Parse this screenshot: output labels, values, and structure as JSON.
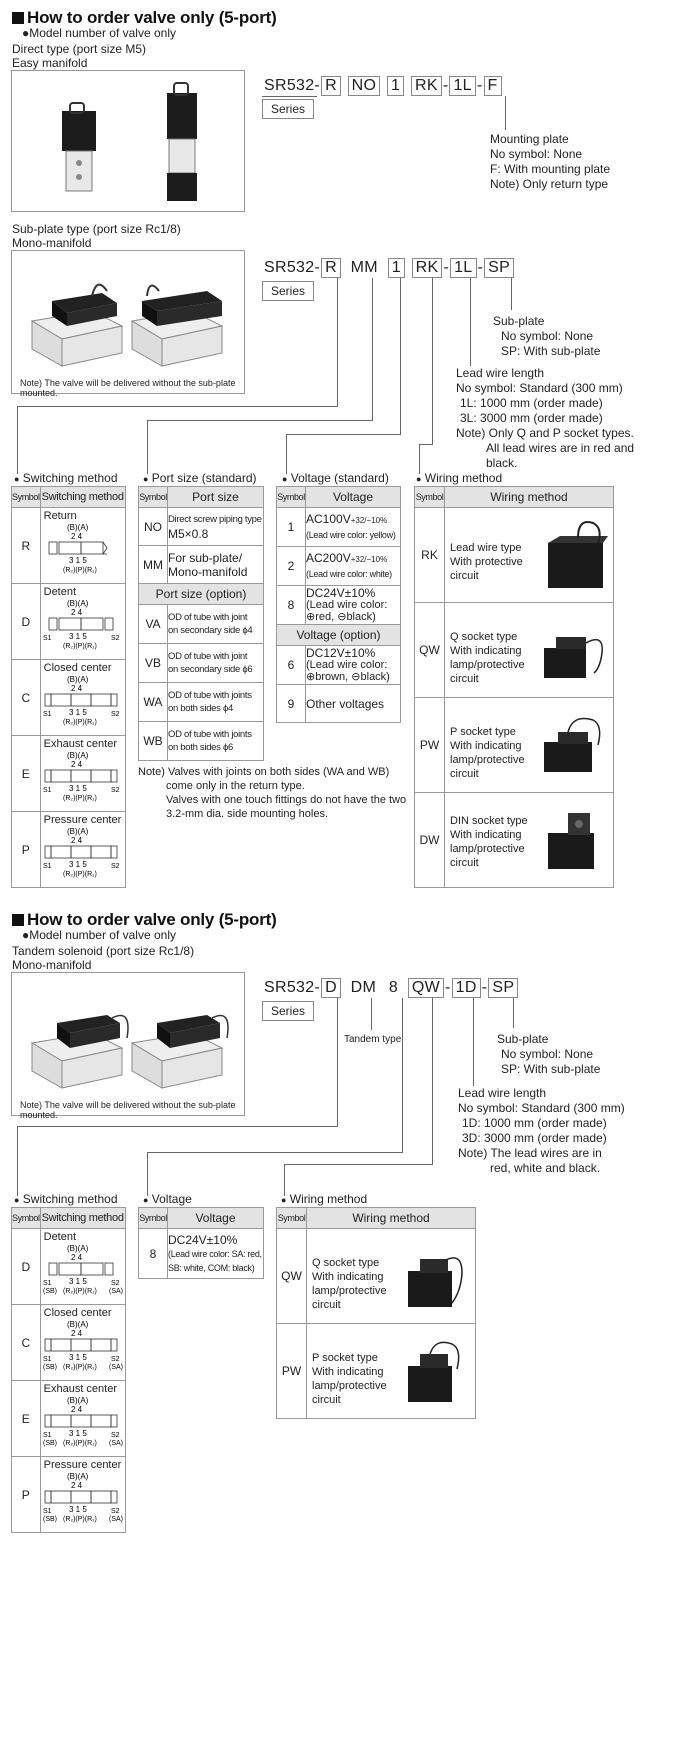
{
  "section1": {
    "title": "How to order valve only (5-port)",
    "subtitle": "Model number of valve only",
    "direct_label": "Direct type (port size M5)",
    "direct_sub": "Easy manifold",
    "subplate_label": "Sub-plate type (port size Rc1/8)",
    "subplate_sub": "Mono-manifold",
    "photo_note": "Note) The valve will be delivered without the sub-plate mounted.",
    "code1": {
      "prefix": "SR532-",
      "parts": [
        "R",
        "NO",
        "1",
        "RK",
        "1L",
        "F"
      ]
    },
    "code2": {
      "prefix": "SR532-",
      "parts": [
        "R",
        "MM",
        "1",
        "RK",
        "1L",
        "SP"
      ]
    },
    "series": "Series",
    "mounting": [
      "Mounting plate",
      "No symbol: None",
      "F: With mounting plate",
      "Note) Only return type"
    ],
    "subplate": [
      "Sub-plate",
      "No symbol: None",
      "SP: With sub-plate"
    ],
    "leadwire": [
      "Lead wire length",
      "No symbol: Standard (300 mm)",
      "1L: 1000 mm (order made)",
      "3L: 3000 mm (order made)",
      "Note) Only Q and P socket types.",
      "All lead wires are in red and",
      "black."
    ],
    "sw_title": "Switching method",
    "port_title": "Port size (standard)",
    "volt_title": "Voltage (standard)",
    "wire_title": "Wiring method",
    "h_symbol": "Symbol",
    "h_switching": "Switching method",
    "h_port": "Port size",
    "h_voltage": "Voltage",
    "h_wiring": "Wiring method",
    "switching": [
      {
        "sym": "R",
        "name": "Return"
      },
      {
        "sym": "D",
        "name": "Detent"
      },
      {
        "sym": "C",
        "name": "Closed center"
      },
      {
        "sym": "E",
        "name": "Exhaust center"
      },
      {
        "sym": "P",
        "name": "Pressure center"
      }
    ],
    "port": [
      {
        "sym": "NO",
        "l1": "Direct screw piping type",
        "l2": "M5×0.8"
      },
      {
        "sym": "MM",
        "l1": "For sub-plate/",
        "l2": "Mono-manifold"
      }
    ],
    "port_opt_title": "Port size (option)",
    "port_opt": [
      {
        "sym": "VA",
        "l1": "OD of tube with joint",
        "l2": "on secondary side ϕ4"
      },
      {
        "sym": "VB",
        "l1": "OD of tube with joint",
        "l2": "on secondary side ϕ6"
      },
      {
        "sym": "WA",
        "l1": "OD of tube with joints",
        "l2": "on both sides ϕ4"
      },
      {
        "sym": "WB",
        "l1": "OD of tube with joints",
        "l2": "on both sides ϕ6"
      }
    ],
    "port_note": [
      "Note) Valves with joints on both sides (WA and WB)",
      "come only in the return type.",
      "Valves with one touch fittings do not have the two",
      "3.2-mm dia. side mounting holes."
    ],
    "voltage": [
      {
        "sym": "1",
        "v": "AC100V",
        "tol": "+32/−10%",
        "c": "(Lead wire color: yellow)"
      },
      {
        "sym": "2",
        "v": "AC200V",
        "tol": "+32/−10%",
        "c": "(Lead wire color: white)"
      },
      {
        "sym": "8",
        "v": "DC24V±10%",
        "tol": "",
        "c1": "(Lead wire color:",
        "c2": "⊕red, ⊖black)"
      }
    ],
    "volt_opt_title": "Voltage (option)",
    "volt_opt": [
      {
        "sym": "6",
        "v": "DC12V±10%",
        "c1": "(Lead wire color:",
        "c2": "⊕brown, ⊖black)"
      },
      {
        "sym": "9",
        "v": "Other voltages"
      }
    ],
    "wiring": [
      {
        "sym": "RK",
        "l": [
          "Lead wire type",
          "With protective",
          "circuit"
        ]
      },
      {
        "sym": "QW",
        "l": [
          "Q socket type",
          "With indicating",
          "lamp/protective",
          "circuit"
        ]
      },
      {
        "sym": "PW",
        "l": [
          "P socket type",
          "With indicating",
          "lamp/protective",
          "circuit"
        ]
      },
      {
        "sym": "DW",
        "l": [
          "DIN socket type",
          "With indicating",
          "lamp/protective",
          "circuit"
        ]
      }
    ]
  },
  "section2": {
    "title": "How to order valve only (5-port)",
    "subtitle": "Model number of valve only",
    "tandem_label": "Tandem solenoid (port size Rc1/8)",
    "tandem_sub": "Mono-manifold",
    "photo_note": "Note) The valve will be delivered without the sub-plate mounted.",
    "code": {
      "prefix": "SR532-",
      "parts": [
        "D",
        "DM",
        "8",
        "QW",
        "1D",
        "SP"
      ]
    },
    "series": "Series",
    "tandem_type": "Tandem type",
    "subplate": [
      "Sub-plate",
      "No symbol: None",
      "SP: With sub-plate"
    ],
    "leadwire": [
      "Lead wire length",
      "No symbol: Standard (300 mm)",
      "1D: 1000 mm (order made)",
      "3D: 3000 mm (order made)",
      "Note) The lead wires are in",
      "red, white and black."
    ],
    "sw_title": "Switching method",
    "volt_title": "Voltage",
    "wire_title": "Wiring method",
    "switching": [
      {
        "sym": "D",
        "name": "Detent"
      },
      {
        "sym": "C",
        "name": "Closed center"
      },
      {
        "sym": "E",
        "name": "Exhaust center"
      },
      {
        "sym": "P",
        "name": "Pressure center"
      }
    ],
    "voltage": {
      "sym": "8",
      "v": "DC24V±10%",
      "c1": "(Lead wire color: SA: red,",
      "c2": "SB: white, COM: black)"
    },
    "wiring": [
      {
        "sym": "QW",
        "l": [
          "Q socket type",
          "With indicating",
          "lamp/protective",
          "circuit"
        ]
      },
      {
        "sym": "PW",
        "l": [
          "P socket type",
          "With indicating",
          "lamp/protective",
          "circuit"
        ]
      }
    ]
  },
  "symbol_text": {
    "ba": "(B)(A)",
    "n24": "2 4",
    "n315": "3 1 5",
    "r2pr1": "(R₂)(P)(R₁)",
    "s1": "S1",
    "s2": "S2",
    "sb": "(SB)",
    "sa": "(SA)"
  }
}
